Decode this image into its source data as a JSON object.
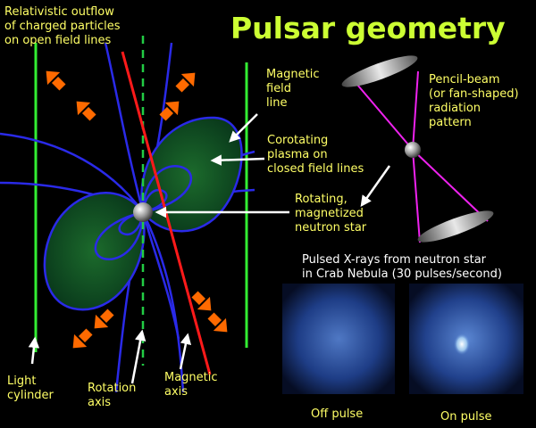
{
  "title": "Pulsar geometry",
  "labels": {
    "outflow": "Relativistic outflow\nof charged particles\non open field lines",
    "field_line": "Magnetic\nfield\nline",
    "corotating": "Corotating\nplasma on\nclosed field lines",
    "neutron_star": "Rotating,\nmagnetized\nneutron star",
    "beam": "Pencil-beam\n(or fan-shaped)\nradiation\npattern",
    "xray_caption": "Pulsed X-rays from neutron star\nin Crab Nebula (30 pulses/second)",
    "light_cylinder": "Light\ncylinder",
    "rotation_axis": "Rotation\naxis",
    "magnetic_axis": "Magnetic\naxis",
    "off_pulse": "Off pulse",
    "on_pulse": "On pulse"
  },
  "colors": {
    "title": "#ccff33",
    "label": "#ffff66",
    "light_cylinder": "#33ee33",
    "field_lines": "#2222ff",
    "plasma": "#0b4a1a",
    "magnetic_axis": "#ff1a1a",
    "rotation_axis": "#22cc44",
    "outflow_arrows": "#ff6a00",
    "beam_lines": "#ee22ee"
  }
}
